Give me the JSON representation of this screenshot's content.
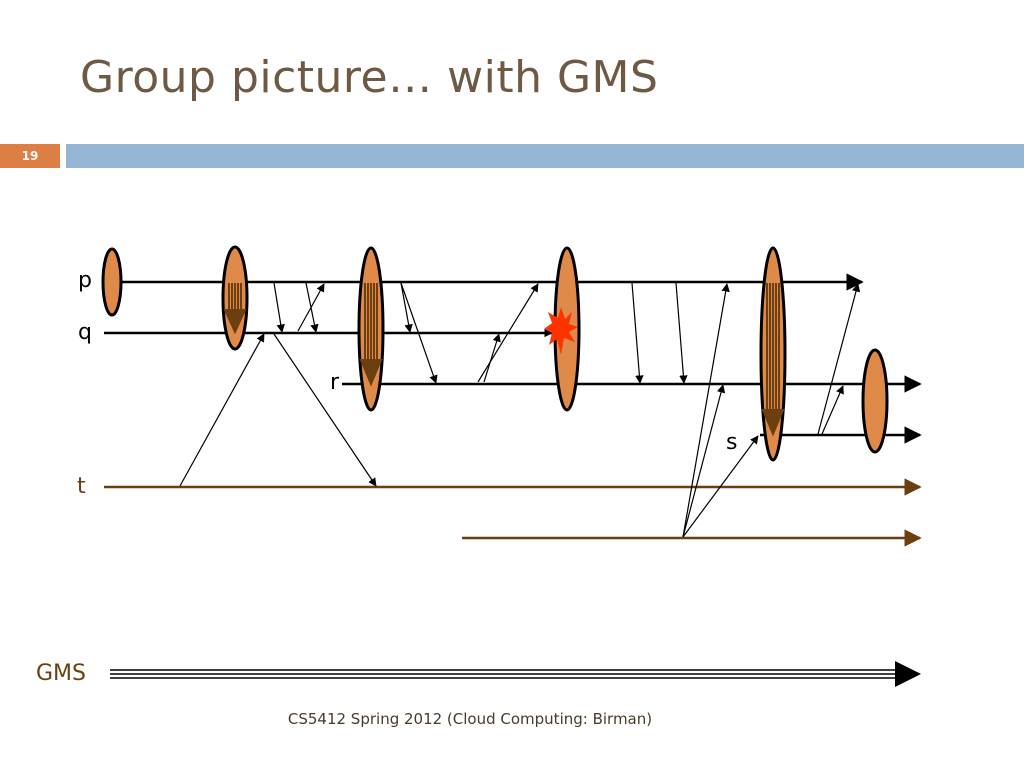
{
  "slide": {
    "title": "Group picture… with GMS",
    "number": "19",
    "footer": "CS5412 Spring 2012 (Cloud Computing: Birman)"
  },
  "processes": [
    {
      "label": "p",
      "color": "#000000"
    },
    {
      "label": "q",
      "color": "#000000"
    },
    {
      "label": "r",
      "color": "#000000"
    },
    {
      "label": "s",
      "color": "#000000"
    },
    {
      "label": "t",
      "color": "#6b3f0f"
    }
  ],
  "gms": {
    "label": "GMS",
    "color": "#6b3f0f"
  },
  "colors": {
    "title": "#6e5a44",
    "accent": "#dd7f45",
    "header_bar": "#94b6d2",
    "view_ellipse": "#e08a4a",
    "crash": "#ff3300",
    "brown_line": "#6b3f0f"
  }
}
